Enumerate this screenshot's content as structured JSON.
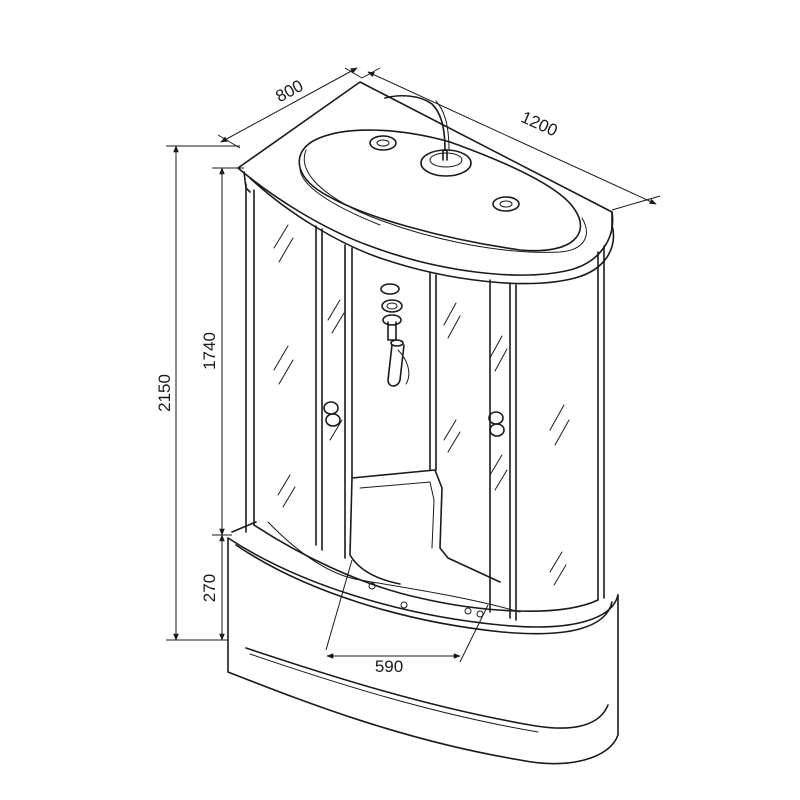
{
  "dimensions": {
    "depth": "800",
    "width": "1200",
    "total_height": "2150",
    "cabin_height": "1740",
    "tray_height": "270",
    "seat_width": "590"
  }
}
